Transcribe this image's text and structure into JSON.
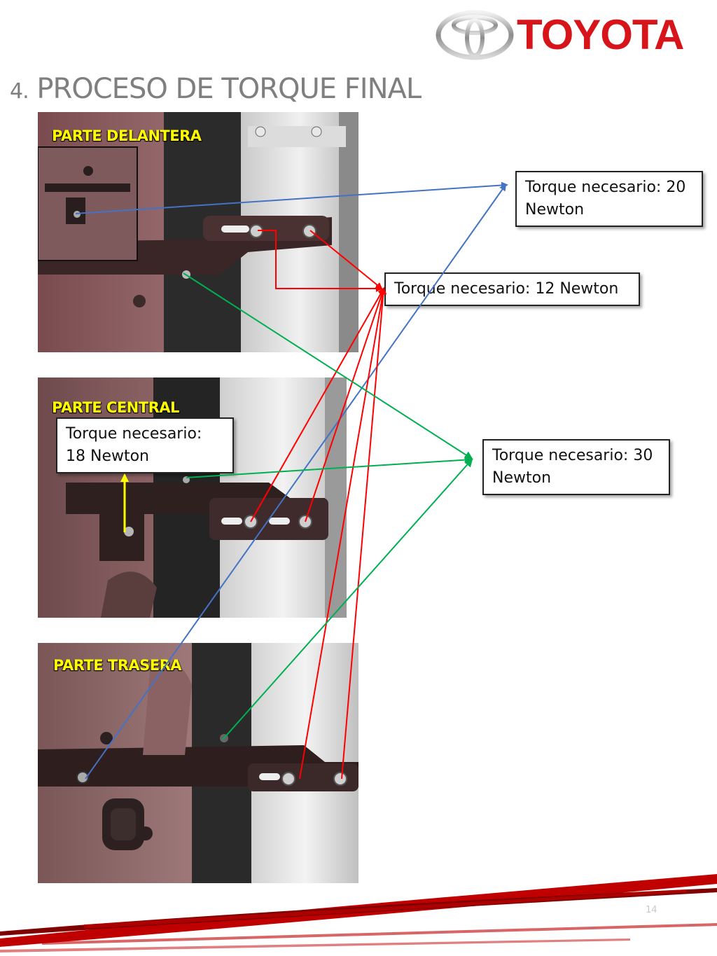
{
  "slide": {
    "title_number": "4.",
    "title_text": " PROCESO DE TORQUE FINAL",
    "page_number": "14"
  },
  "logo": {
    "text": "TOYOTA",
    "color": "#d7141a",
    "icon": "toyota-emblem-icon"
  },
  "photos": [
    {
      "label": "PARTE DELANTERA"
    },
    {
      "label": "PARTE CENTRAL"
    },
    {
      "label": "PARTE TRASERA"
    }
  ],
  "callouts": {
    "torque_20": "Torque necesario: 20 Newton",
    "torque_12": "Torque necesario: 12 Newton",
    "torque_18": "Torque necesario: 18 Newton",
    "torque_30": "Torque necesario: 30 Newton"
  },
  "colors": {
    "arrow_blue": "#4472c4",
    "arrow_red": "#ff0000",
    "arrow_green": "#00b050",
    "arrow_yellow": "#ffff00",
    "label_yellow": "#ffff00",
    "title_gray": "#7f7f7f"
  }
}
